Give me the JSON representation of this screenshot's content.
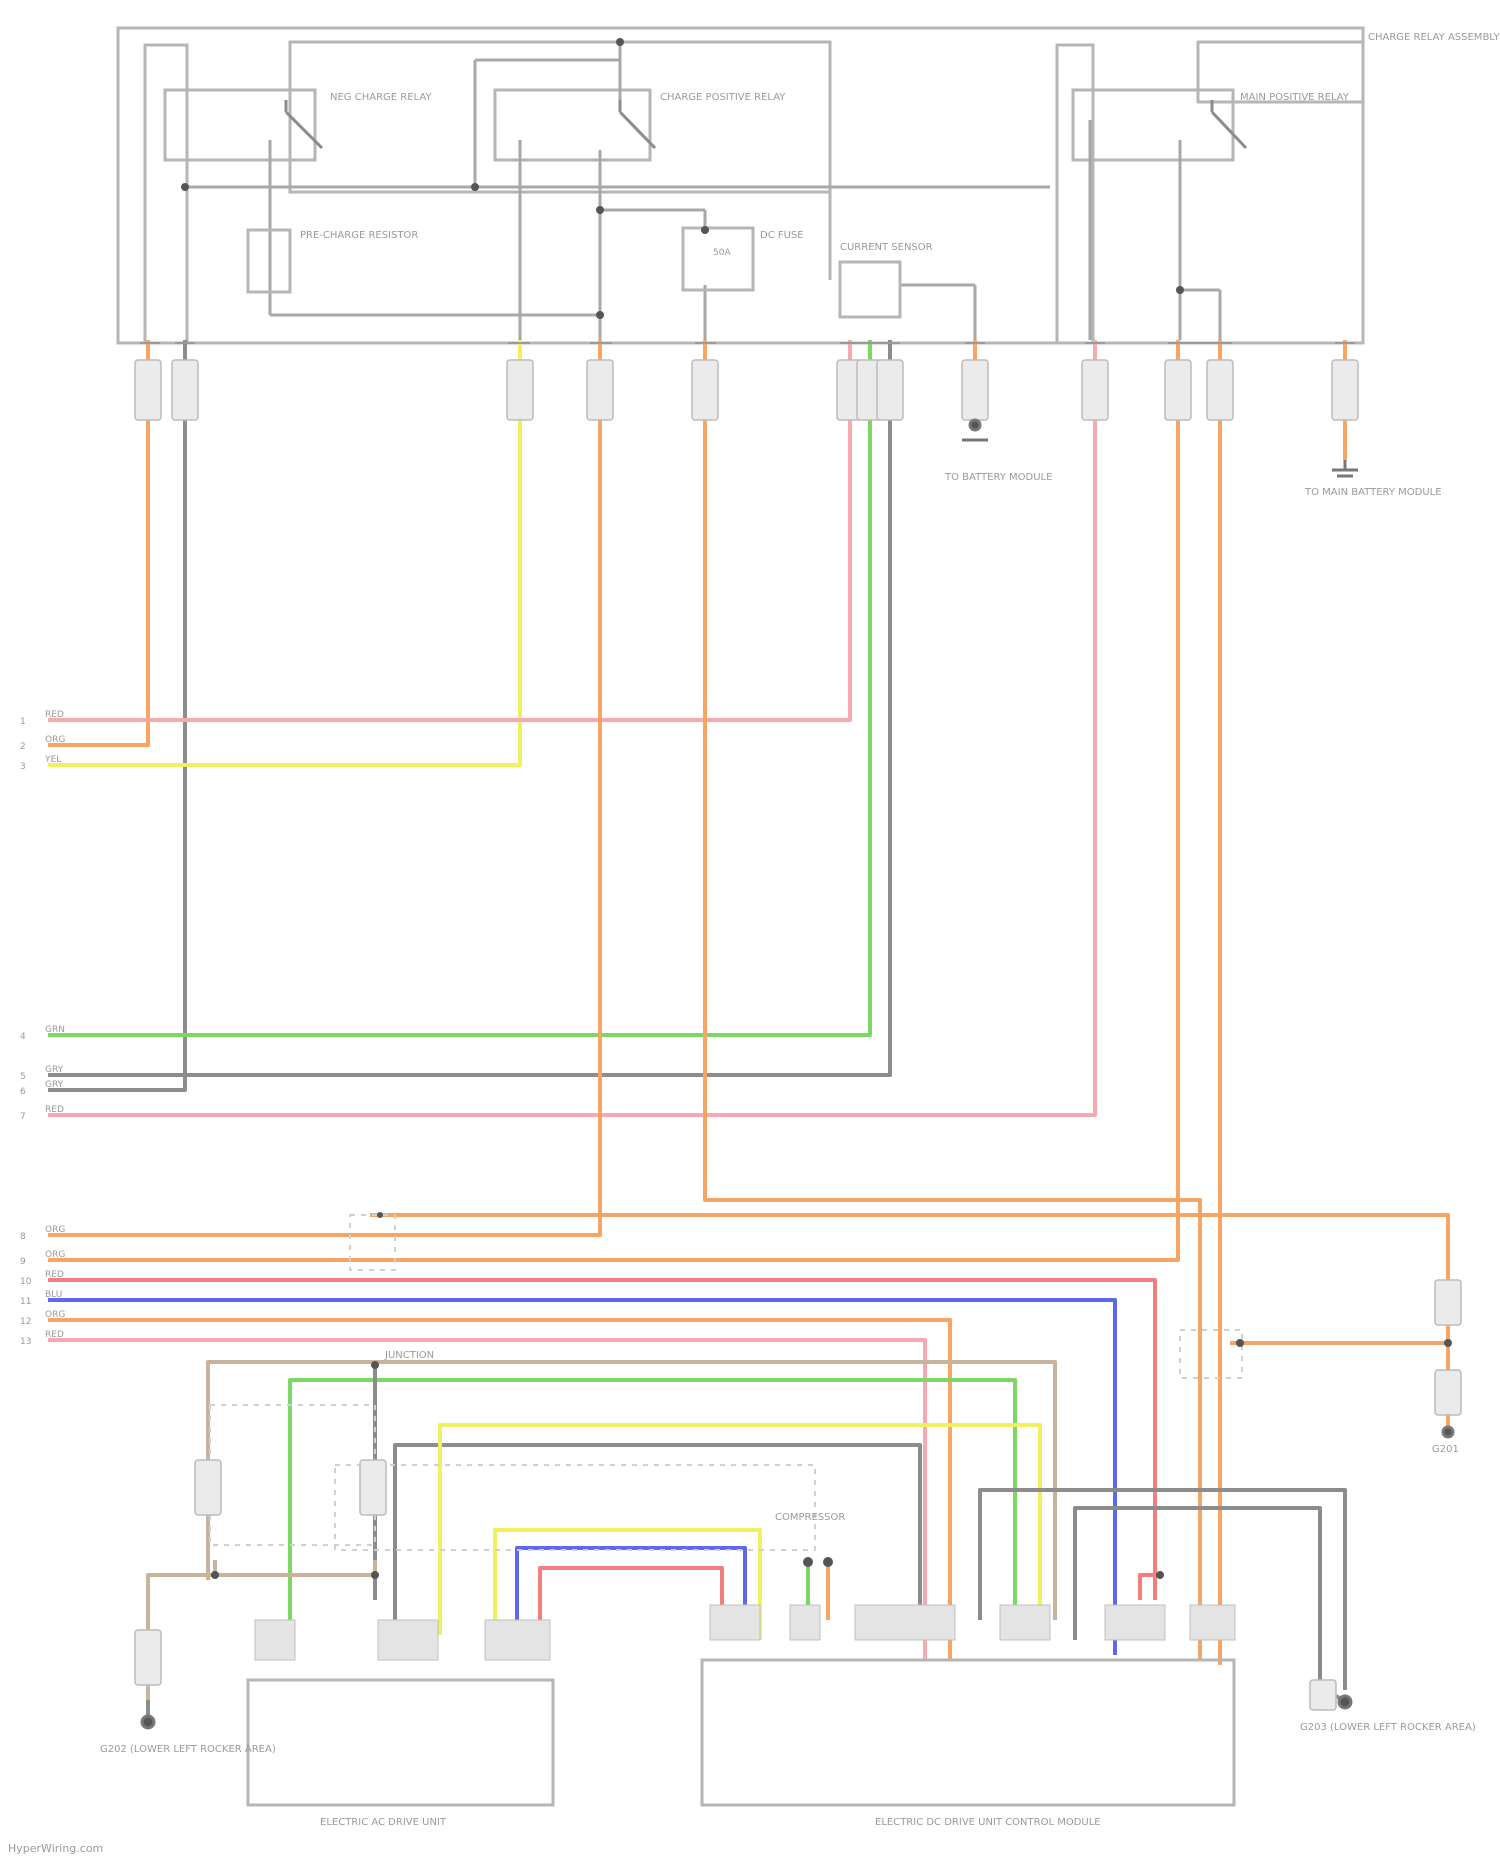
{
  "diagram": {
    "footer_text": "HyperWiring.com",
    "module_label": "CHARGE RELAY ASSEMBLY (LOCATED IN BATTERY PACK)",
    "relays": [
      {
        "label": "NEG CHARGE RELAY"
      },
      {
        "label": "CHARGE POSITIVE RELAY"
      },
      {
        "label": "MAIN POSITIVE RELAY"
      }
    ],
    "components": {
      "precharge_resistor": "PRE-CHARGE RESISTOR",
      "fuse": "DC FUSE",
      "fuse_inner": "50A",
      "current_sensor": "CURRENT SENSOR",
      "ground_left": "TO BATTERY MODULE",
      "ground_right": "TO MAIN BATTERY MODULE",
      "ground_g201": "G201",
      "g202": "G202 (LOWER LEFT ROCKER AREA)",
      "g203": "G203 (LOWER LEFT ROCKER AREA)",
      "compressor": "COMPRESSOR",
      "junction_label": "JUNCTION",
      "ecu_left": "ELECTRIC AC DRIVE UNIT",
      "ecu_right": "ELECTRIC DC DRIVE UNIT CONTROL MODULE"
    },
    "left_pins": [
      {
        "num": "1",
        "color": "RED"
      },
      {
        "num": "2",
        "color": "ORG"
      },
      {
        "num": "3",
        "color": "YEL"
      },
      {
        "num": "4",
        "color": "GRN"
      },
      {
        "num": "5",
        "color": "GRY"
      },
      {
        "num": "6",
        "color": "GRY"
      },
      {
        "num": "7",
        "color": "RED"
      },
      {
        "num": "8",
        "color": "ORG"
      },
      {
        "num": "9",
        "color": "ORG"
      },
      {
        "num": "10",
        "color": "RED"
      },
      {
        "num": "11",
        "color": "BLU"
      },
      {
        "num": "12",
        "color": "ORG"
      },
      {
        "num": "13",
        "color": "RED"
      }
    ],
    "wire_colors": {
      "orange": "#f8a462",
      "red": "#f47e7e",
      "pink": "#f7a9b2",
      "yellow": "#f1f060",
      "green": "#7bd862",
      "gray": "#8c8c8c",
      "blue": "#5c68ee",
      "tan": "#c8b49a",
      "frame": "#b6b6b6"
    }
  }
}
